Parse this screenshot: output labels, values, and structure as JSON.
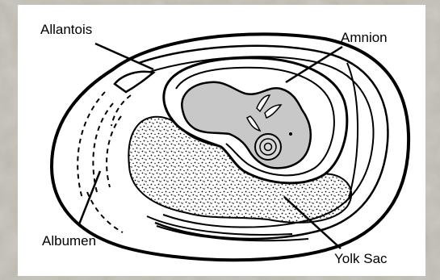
{
  "labels": {
    "allantois": "Allantois",
    "amnion": "Amnion",
    "albumen": "Albumen",
    "yolk_sac": "Yolk Sac"
  },
  "colors": {
    "background": "#b9b6ad",
    "panel": "#ffffff",
    "ink": "#000000",
    "embryo_fill": "#c8c8c8"
  }
}
